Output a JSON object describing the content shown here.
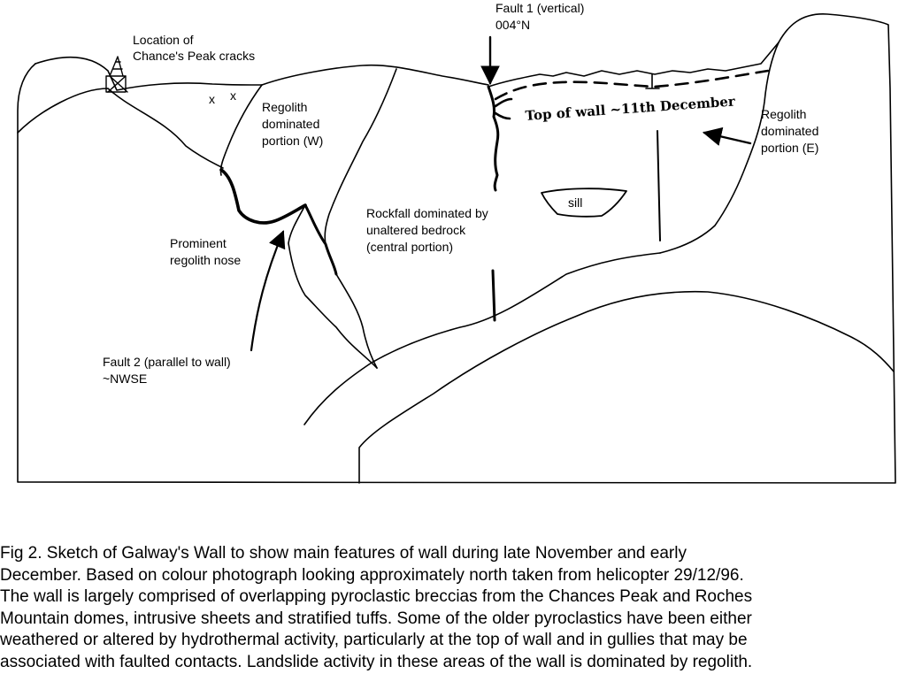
{
  "labels": {
    "chances_peak_cracks": [
      "Location of",
      "Chance's Peak cracks"
    ],
    "crack_marks": [
      "x",
      "x"
    ],
    "fault1": [
      "Fault 1 (vertical)",
      "004°N"
    ],
    "regolith_w": [
      "Regolith",
      "dominated",
      "portion (W)"
    ],
    "top_of_wall": "Top of wall ~11th December",
    "regolith_e": [
      "Regolith",
      "dominated",
      "portion (E)"
    ],
    "sill": "sill",
    "rockfall": [
      "Rockfall dominated by",
      "unaltered bedrock",
      "(central portion)"
    ],
    "regolith_nose": [
      "Prominent",
      "regolith nose"
    ],
    "fault2": [
      "Fault 2 (parallel to wall)",
      "~NWSE"
    ]
  },
  "caption": [
    "Fig 2. Sketch of Galway's Wall to show main features of wall during late November and early",
    "December.  Based on colour photograph looking approximately north taken from helicopter 29/12/96.",
    "The wall is largely comprised of overlapping pyroclastic breccias from the Chances Peak and Roches",
    "Mountain domes, intrusive sheets and stratified tuffs.  Some of the older pyroclastics have been either",
    "weathered or altered by hydrothermal activity, particularly at the top of wall and in gullies that may be",
    "associated with faulted contacts.   Landslide activity in these areas of the wall is dominated by regolith."
  ]
}
